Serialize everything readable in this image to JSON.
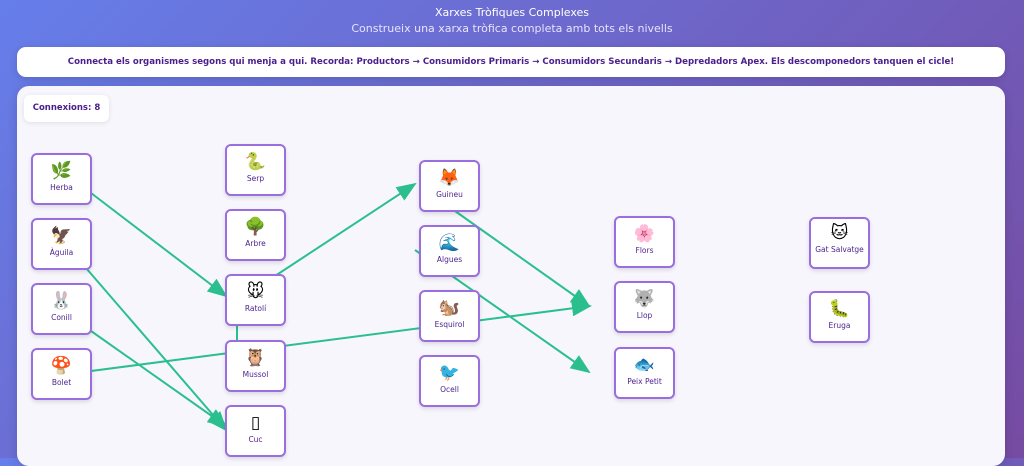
{
  "header": {
    "title": "Xarxes Tròfiques Complexes",
    "subtitle": "Construeix una xarxa tròfica completa amb tots els nivells"
  },
  "instructions": "Connecta els organismes segons qui menja a qui. Recorda: Productors → Consumidors Primaris → Consumidors Secundaris → Depredadors Apex. Els descomponedors tanquen el cicle!",
  "counter": "Connexions: 8",
  "colors": {
    "line": "#2bbf8e",
    "border": "#9b6ee0",
    "text": "#4a1f8c"
  },
  "organisms": [
    {
      "id": "herba",
      "label": "Herba",
      "emoji": "🌿"
    },
    {
      "id": "aguila",
      "label": "Àguila",
      "emoji": "🦅"
    },
    {
      "id": "conill",
      "label": "Conill",
      "emoji": "🐰"
    },
    {
      "id": "bolet",
      "label": "Bolet",
      "emoji": "🍄"
    },
    {
      "id": "serp",
      "label": "Serp",
      "emoji": "🐍"
    },
    {
      "id": "arbre",
      "label": "Arbre",
      "emoji": "🌳"
    },
    {
      "id": "ratoli",
      "label": "Ratolí",
      "emoji": "🐭"
    },
    {
      "id": "mussol",
      "label": "Mussol",
      "emoji": "🦉"
    },
    {
      "id": "cuc",
      "label": "Cuc",
      "emoji": "▯"
    },
    {
      "id": "guineu",
      "label": "Guineu",
      "emoji": "🦊"
    },
    {
      "id": "algues",
      "label": "Algues",
      "emoji": "🌊"
    },
    {
      "id": "esquirol",
      "label": "Esquirol",
      "emoji": "🐿️"
    },
    {
      "id": "ocell",
      "label": "Ocell",
      "emoji": "🐦"
    },
    {
      "id": "flors",
      "label": "Flors",
      "emoji": "🌸"
    },
    {
      "id": "llop",
      "label": "Llop",
      "emoji": "🐺"
    },
    {
      "id": "peix",
      "label": "Peix Petit",
      "emoji": "🐟"
    },
    {
      "id": "gat",
      "label": "Gat Salvatge",
      "emoji": "🐱"
    },
    {
      "id": "eruga",
      "label": "Eruga",
      "emoji": "🐛"
    }
  ]
}
